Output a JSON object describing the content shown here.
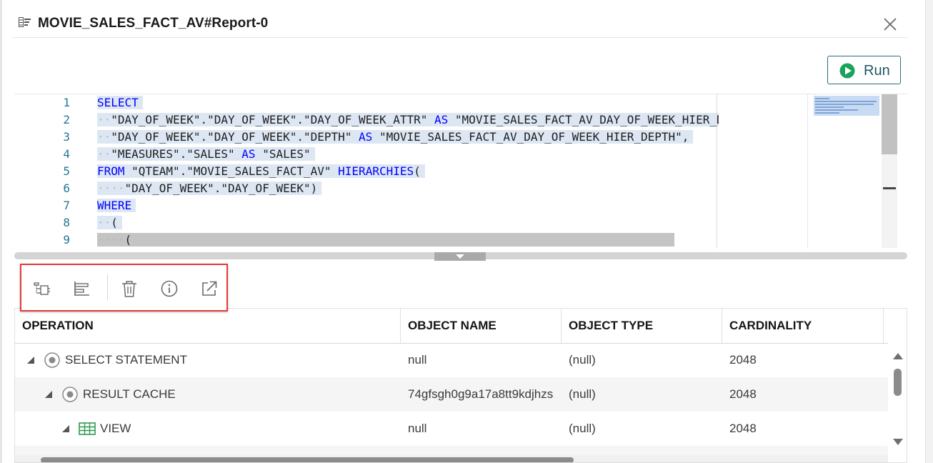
{
  "window": {
    "title": "MOVIE_SALES_FACT_AV#Report-0",
    "icon": "report-icon",
    "close_icon": "close-icon"
  },
  "run_button": {
    "label": "Run",
    "icon": "play-icon",
    "accent": "#1aa35a"
  },
  "editor": {
    "line_numbers": [
      "1",
      "2",
      "3",
      "4",
      "5",
      "6",
      "7",
      "8",
      "9"
    ],
    "lines": [
      [
        {
          "t": "kw",
          "v": "SELECT"
        }
      ],
      [
        {
          "t": "ws",
          "v": "··"
        },
        {
          "t": "str",
          "v": "\"DAY_OF_WEEK\".\"DAY_OF_WEEK\".\"DAY_OF_WEEK_ATTR\" "
        },
        {
          "t": "kw",
          "v": "AS"
        },
        {
          "t": "str",
          "v": " \"MOVIE_SALES_FACT_AV_DAY_OF_WEEK_HIER_DA"
        }
      ],
      [
        {
          "t": "ws",
          "v": "··"
        },
        {
          "t": "str",
          "v": "\"DAY_OF_WEEK\".\"DAY_OF_WEEK\".\"DEPTH\" "
        },
        {
          "t": "kw",
          "v": "AS"
        },
        {
          "t": "str",
          "v": " \"MOVIE_SALES_FACT_AV_DAY_OF_WEEK_HIER_DEPTH\","
        }
      ],
      [
        {
          "t": "ws",
          "v": "··"
        },
        {
          "t": "str",
          "v": "\"MEASURES\".\"SALES\" "
        },
        {
          "t": "kw",
          "v": "AS"
        },
        {
          "t": "str",
          "v": " \"SALES\""
        }
      ],
      [
        {
          "t": "kw",
          "v": "FROM"
        },
        {
          "t": "str",
          "v": " \"QTEAM\".\"MOVIE_SALES_FACT_AV\" "
        },
        {
          "t": "kw",
          "v": "HIERARCHIES"
        },
        {
          "t": "str",
          "v": "("
        }
      ],
      [
        {
          "t": "ws",
          "v": "····"
        },
        {
          "t": "str",
          "v": "\"DAY_OF_WEEK\".\"DAY_OF_WEEK\")"
        }
      ],
      [
        {
          "t": "kw",
          "v": "WHERE"
        }
      ],
      [
        {
          "t": "ws",
          "v": "··"
        },
        {
          "t": "str",
          "v": "("
        }
      ],
      [
        {
          "t": "ws",
          "v": "····"
        },
        {
          "t": "str",
          "v": "("
        }
      ]
    ]
  },
  "toolbar": {
    "icons": [
      "explain-plan-icon",
      "autotrace-icon",
      "delete-icon",
      "info-icon",
      "open-external-icon"
    ]
  },
  "grid": {
    "columns": [
      "OPERATION",
      "OBJECT NAME",
      "OBJECT TYPE",
      "CARDINALITY"
    ],
    "rows": [
      {
        "operation": "SELECT STATEMENT",
        "object_name": "null",
        "object_type": "(null)",
        "cardinality": "2048",
        "icon": "radio-node-icon"
      },
      {
        "operation": "RESULT CACHE",
        "object_name": "74gfsgh0g9a17a8tt9kdjhzs",
        "object_type": "(null)",
        "cardinality": "2048",
        "icon": "radio-node-icon"
      },
      {
        "operation": "VIEW",
        "object_name": "null",
        "object_type": "(null)",
        "cardinality": "2048",
        "icon": "table-view-icon"
      }
    ]
  }
}
